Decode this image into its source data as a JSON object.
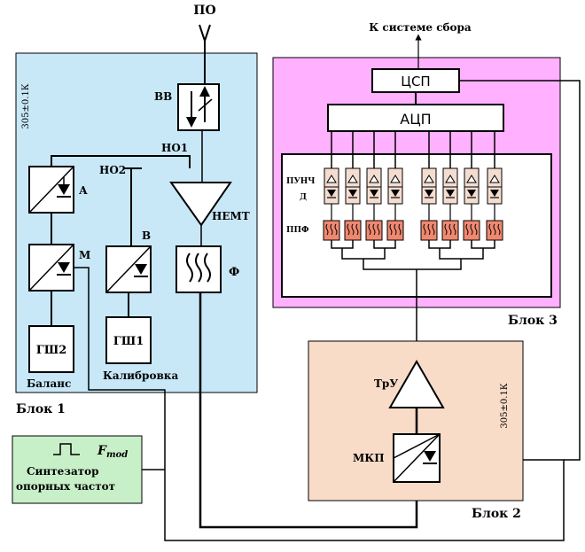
{
  "labels": {
    "antenna": "ПО",
    "to_collection": "К системе сбора",
    "vv": "ВВ",
    "no1": "НО1",
    "no2": "НО2",
    "a": "А",
    "m": "М",
    "b": "В",
    "hemt": "НЕМТ",
    "f": "Ф",
    "gsh2": "ГШ2",
    "gsh1": "ГШ1",
    "balance": "Баланс",
    "calibration": "Калибровка",
    "block1": "Блок 1",
    "temp1": "305±0.1К",
    "csp": "ЦСП",
    "adc": "АЦП",
    "punch1": "ПУНЧ",
    "punch2": "Д",
    "ppf": "ППФ",
    "block3": "Блок 3",
    "try": "ТрУ",
    "temp2": "305±0.1К",
    "mkp": "МКП",
    "block2": "Блок 2",
    "synth_line1": "Синтезатор",
    "synth_line2": "опорных частот",
    "fmod_f": "F",
    "fmod_sub": "mod"
  },
  "colors": {
    "block1_bg": "#c8e8f8",
    "block3_bg": "#ffb0ff",
    "block2_bg": "#f8dcc8",
    "synth_bg": "#c8f0c8",
    "ppf_bg": "#f08870",
    "punch_bg": "#f4dcd0",
    "line": "#000000"
  }
}
